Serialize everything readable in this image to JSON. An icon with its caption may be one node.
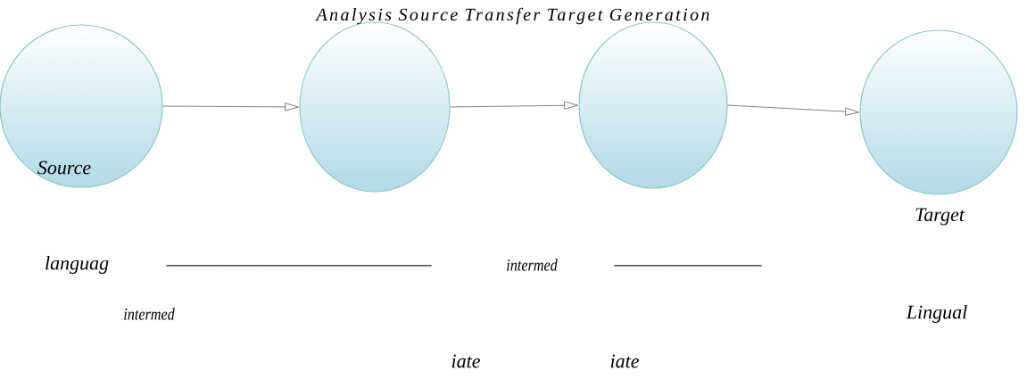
{
  "diagram": {
    "title": "Analysis Source Transfer Target Generation",
    "nodes": [
      {
        "text": [
          "Source"
        ]
      },
      {
        "text": [],
        "shape": "ellipse"
      },
      {
        "text": [],
        "shape": "ellipse"
      },
      {
        "text": [],
        "shape": "ellipse",
        "beside": [
          "Target"
        ]
      }
    ],
    "edges": [
      {
        "from": 0,
        "to": 1,
        "arrow": "to"
      },
      {
        "from": 1,
        "to": 2,
        "arrow": "to"
      },
      {
        "from": 2,
        "to": 3,
        "arrow": "to"
      }
    ],
    "labels": [
      "languag",
      "___________________________",
      "intermed",
      "_______________",
      "intermed",
      "Lingual",
      "iate",
      "iate"
    ]
  }
}
